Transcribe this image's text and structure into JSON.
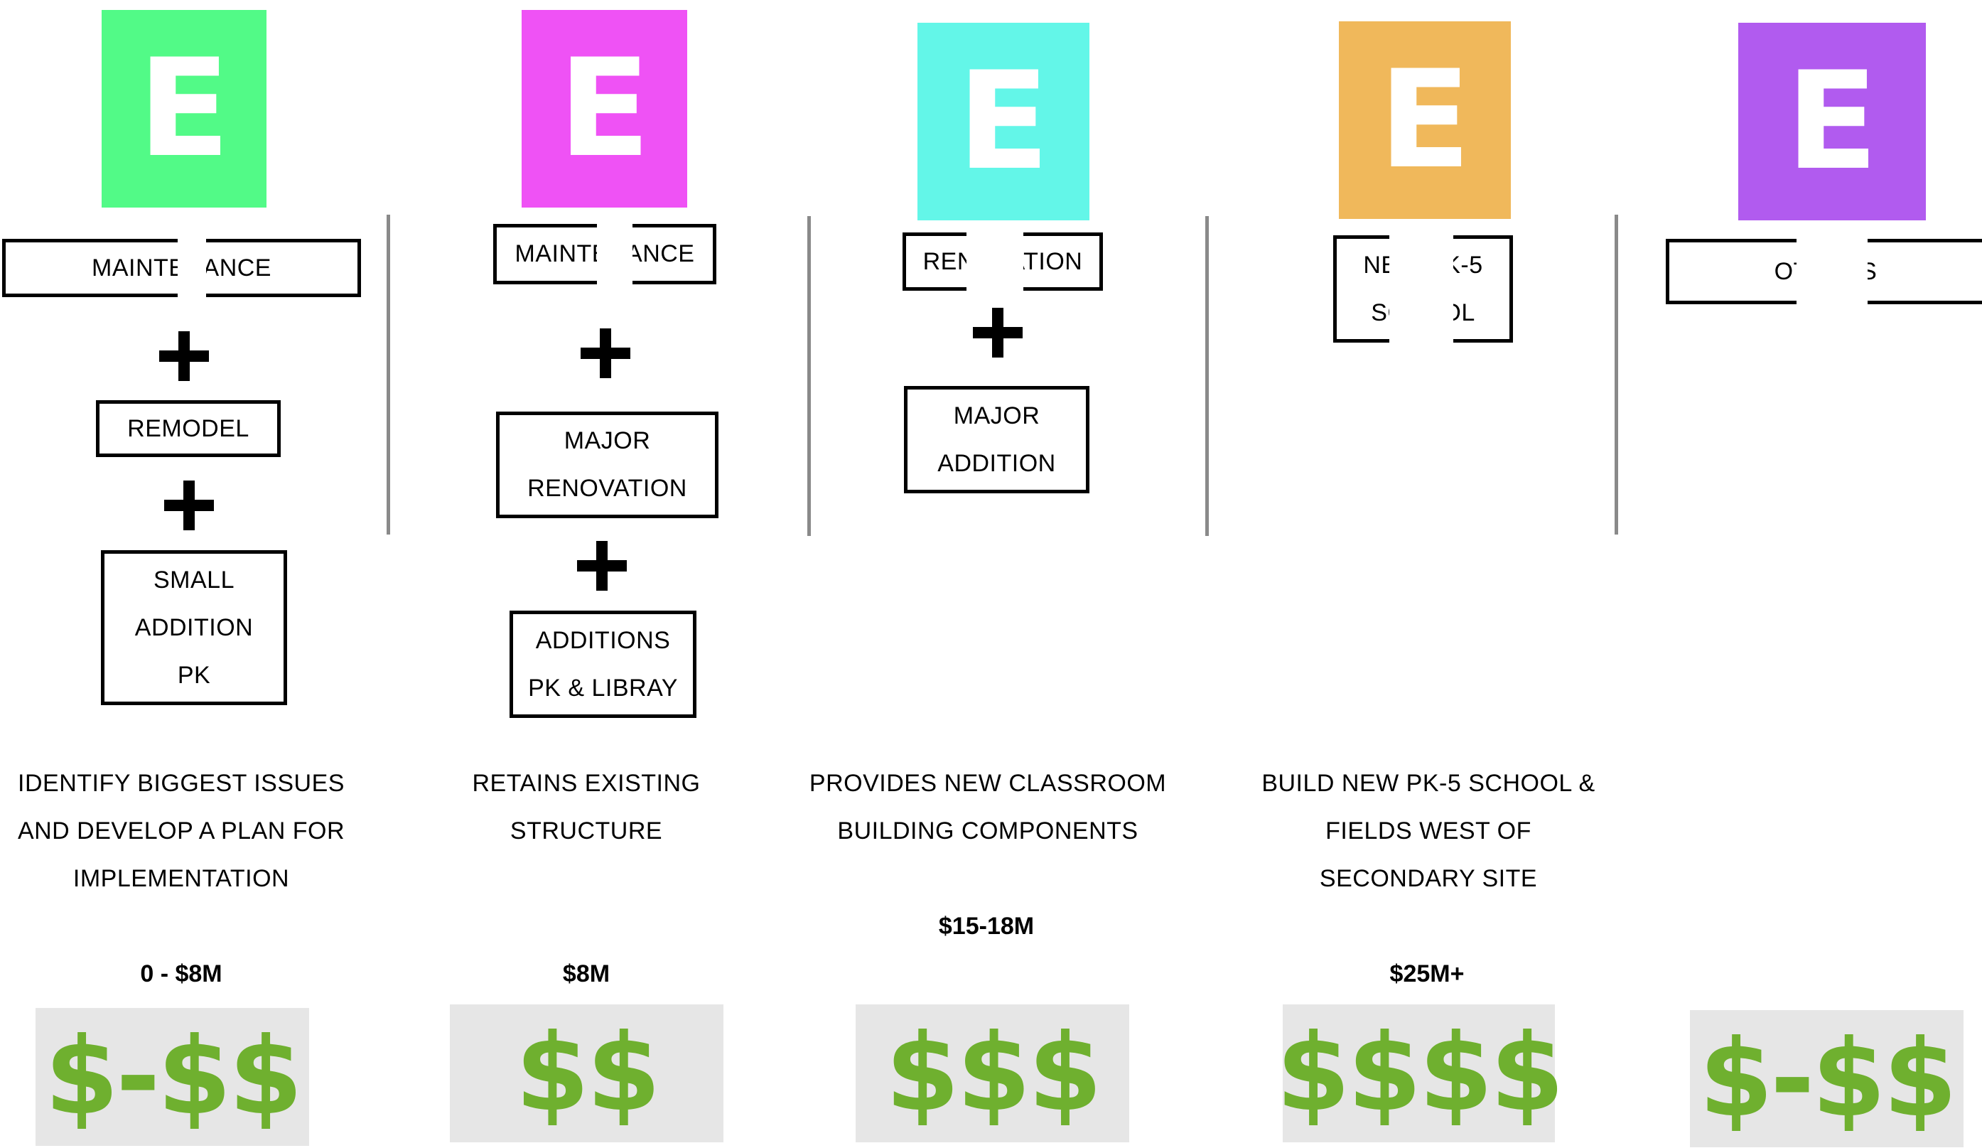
{
  "options": [
    {
      "letter": "E",
      "color": "#52fa87",
      "box1": [
        "MAINTENANCE"
      ],
      "box2": [
        "REMODEL"
      ],
      "box3": [
        "SMALL",
        "ADDITION",
        "PK"
      ],
      "description": [
        "IDENTIFY BIGGEST ISSUES",
        "AND DEVELOP A PLAN FOR",
        "IMPLEMENTATION"
      ],
      "cost": "0 - $8M",
      "dollars": "$-$$"
    },
    {
      "letter": "E",
      "color": "#ef52f5",
      "box1": [
        "MAINTENANCE"
      ],
      "box2": [
        "MAJOR",
        "RENOVATION"
      ],
      "box3": [
        "ADDITIONS",
        "PK & LIBRAY"
      ],
      "description": [
        "RETAINS EXISTING",
        "STRUCTURE"
      ],
      "cost": "$8M",
      "dollars": "$$"
    },
    {
      "letter": "E",
      "color": "#63f6e8",
      "box1": [
        "RENOVATION"
      ],
      "box2": [
        "MAJOR",
        "ADDITION"
      ],
      "description": [
        "PROVIDES NEW CLASSROOM",
        "BUILDING COMPONENTS"
      ],
      "cost": "$15-18M",
      "dollars": "$$$"
    },
    {
      "letter": "E",
      "color": "#f0b85b",
      "box1": [
        "NEW PK-5",
        "SCHOOL"
      ],
      "description": [
        "BUILD NEW PK-5 SCHOOL &",
        "FIELDS WEST OF",
        "SECONDARY  SITE"
      ],
      "cost": "$25M+",
      "dollars": "$$$$"
    },
    {
      "letter": "E",
      "color": "#b15bef",
      "box1": [
        "OTHERS"
      ],
      "dollars": "$-$$"
    }
  ],
  "colors": {
    "dollar_green": "#6fb02f",
    "dollar_bg": "#e6e6e6",
    "divider": "#8a8a8a"
  },
  "icons": {
    "plus": "plus-icon"
  }
}
